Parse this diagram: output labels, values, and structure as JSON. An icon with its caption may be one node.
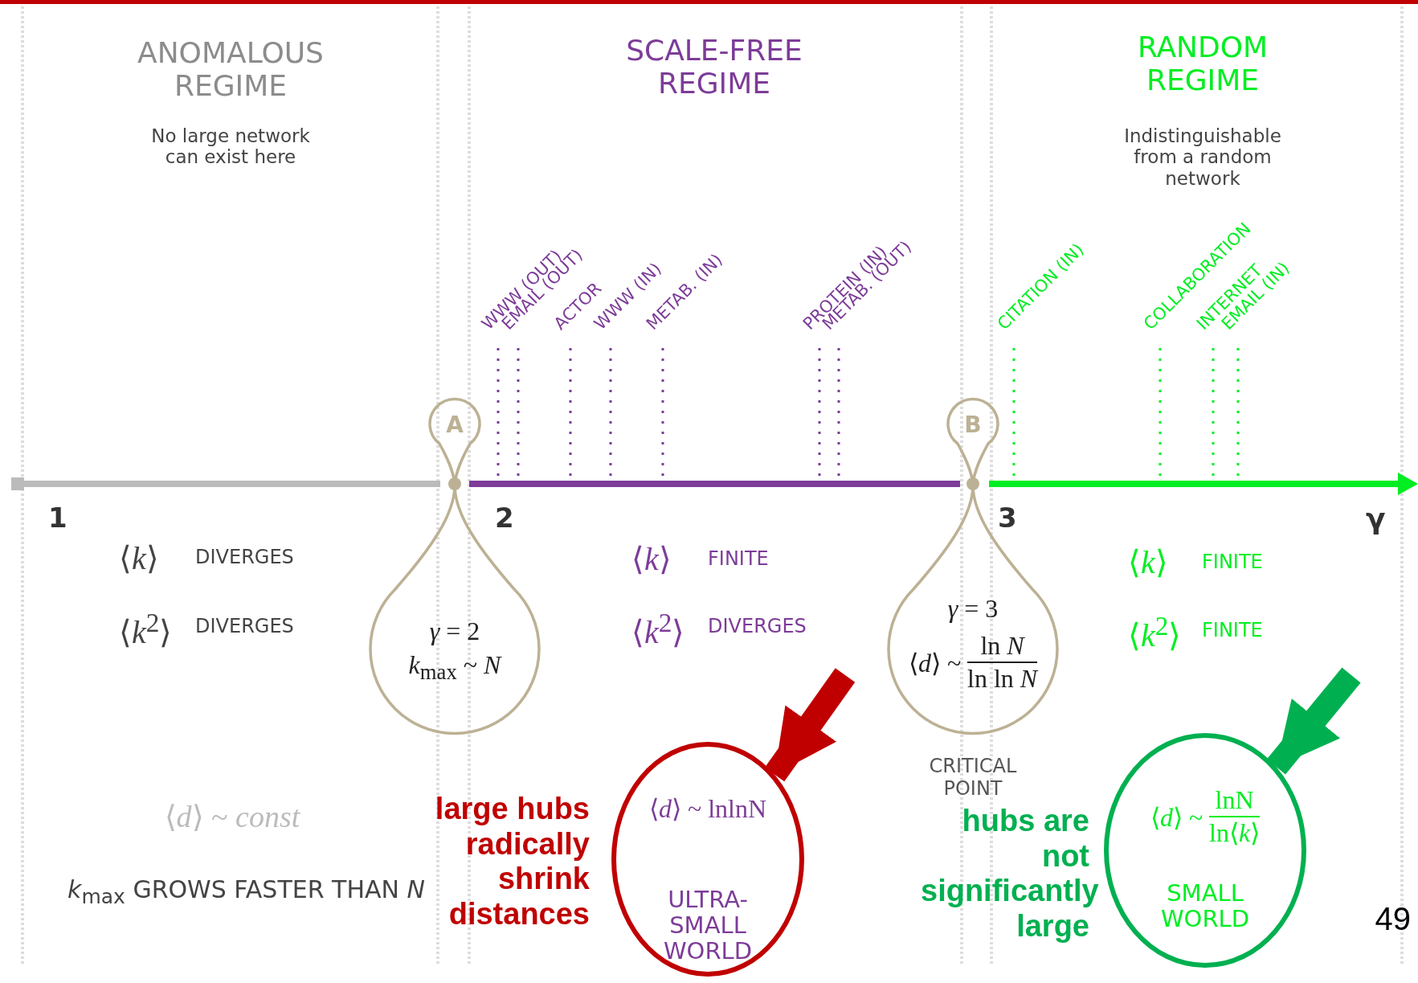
{
  "diagram": {
    "nodes": [
      {
        "text": [
          "A",
          "*γ* = 2",
          "*k*$_{max}$ ~ *N*"
        ]
      },
      {
        "text": [
          "B",
          "*γ* = 3",
          "⟨*d*⟩ ~",
          "ln *N*",
          "ln ln *N*"
        ],
        "beside": [
          "CRITICAL POINT"
        ]
      },
      {
        "text": [
          "⟨*d*⟩ ~ lnlnN",
          "ULTRA-SMALL WORLD"
        ]
      },
      {
        "text": [
          "⟨*d*⟩ ~",
          "lnN",
          "ln⟨*k*⟩",
          "SMALL WORLD"
        ]
      }
    ],
    "edges": [
      {
        "from": null,
        "to": 2,
        "arrow": "to",
        "color": "#c00000"
      },
      {
        "from": null,
        "to": 3,
        "arrow": "to",
        "color": "#00b050"
      }
    ],
    "labels": [
      "ANOMALOUS REGIME",
      "No large network can exist here",
      "SCALE-FREE REGIME",
      "RANDOM REGIME",
      "Indistinguishable from a random network",
      "WWW (OUT)",
      "EMAIL (OUT)",
      "ACTOR",
      "WWW (IN)",
      "METAB. (IN)",
      "PROTEIN (IN)",
      "METAB. (OUT)",
      "CITATION (IN)",
      "COLLABORATION",
      "INTERNET",
      "EMAIL (IN)",
      "1",
      "2",
      "3",
      "γ",
      "⟨*k*⟩",
      "DIVERGES",
      "⟨*k*⟩",
      "FINITE",
      "⟨*k*⟩",
      "FINITE",
      "⟨*k*$^{2}$⟩",
      "DIVERGES",
      "⟨*k*$^{2}$⟩",
      "DIVERGES",
      "⟨*k*$^{2}$⟩",
      "FINITE",
      "⟨*d*⟩ ~ *const*",
      "large hubs radically shrink distances",
      "hubs are not significantly large",
      "*k*$_{max}$ GROWS FASTER THAN *N*",
      "49"
    ]
  }
}
